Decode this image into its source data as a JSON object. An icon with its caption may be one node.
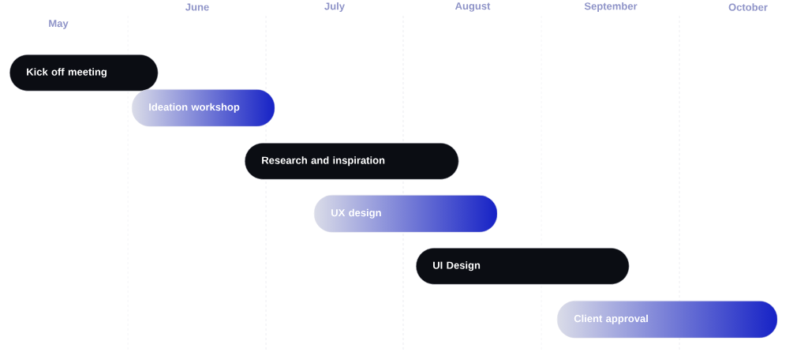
{
  "diagram": {
    "nodes": [
      {
        "text": [
          "Kick off meeting"
        ]
      },
      {
        "text": [
          "Ideation workshop"
        ]
      },
      {
        "text": [
          "Research and inspiration"
        ]
      },
      {
        "text": [
          "UX design"
        ]
      },
      {
        "text": [
          "UI Design"
        ]
      },
      {
        "text": [
          "Client approval"
        ]
      }
    ],
    "labels": [
      "May",
      "June",
      "July",
      "August",
      "September",
      "October"
    ]
  }
}
